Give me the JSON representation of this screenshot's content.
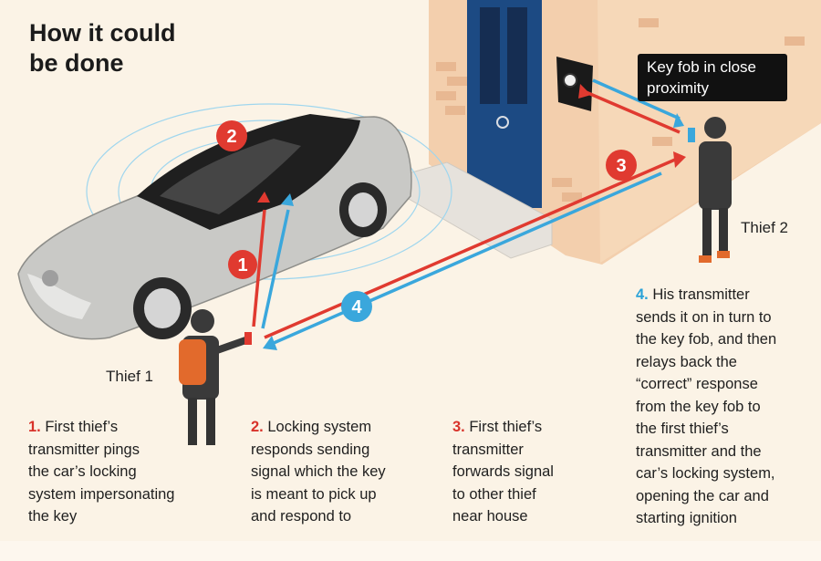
{
  "title": "How it could\nbe done",
  "callout": {
    "text": "Key fob in close\nproximity"
  },
  "labels": {
    "thief1": "Thief 1",
    "thief2": "Thief 2"
  },
  "markers": {
    "m1": "1",
    "m2": "2",
    "m3": "3",
    "m4": "4"
  },
  "steps": [
    {
      "num": "1.",
      "text": " First thief’s\ntransmitter pings\nthe car’s locking\nsystem impersonating\nthe key"
    },
    {
      "num": "2.",
      "text": " Locking system\nresponds sending\nsignal which the key\nis meant to pick up\nand respond to"
    },
    {
      "num": "3.",
      "text": " First thief’s\ntransmitter\nforwards signal\nto other thief\nnear house"
    },
    {
      "num": "4.",
      "text": " His transmitter\nsends it on in turn to\nthe key fob, and then\nrelays back the\n“correct” response\nfrom the key fob to\nthe first thief’s\ntransmitter and the\ncar’s locking system,\nopening the car and\nstarting ignition"
    }
  ],
  "colors": {
    "red": "#e03a30",
    "blue": "#3aa7dc",
    "wall": "#f2d2b2",
    "door": "#1c4a83",
    "car": "#c9c9c6"
  }
}
